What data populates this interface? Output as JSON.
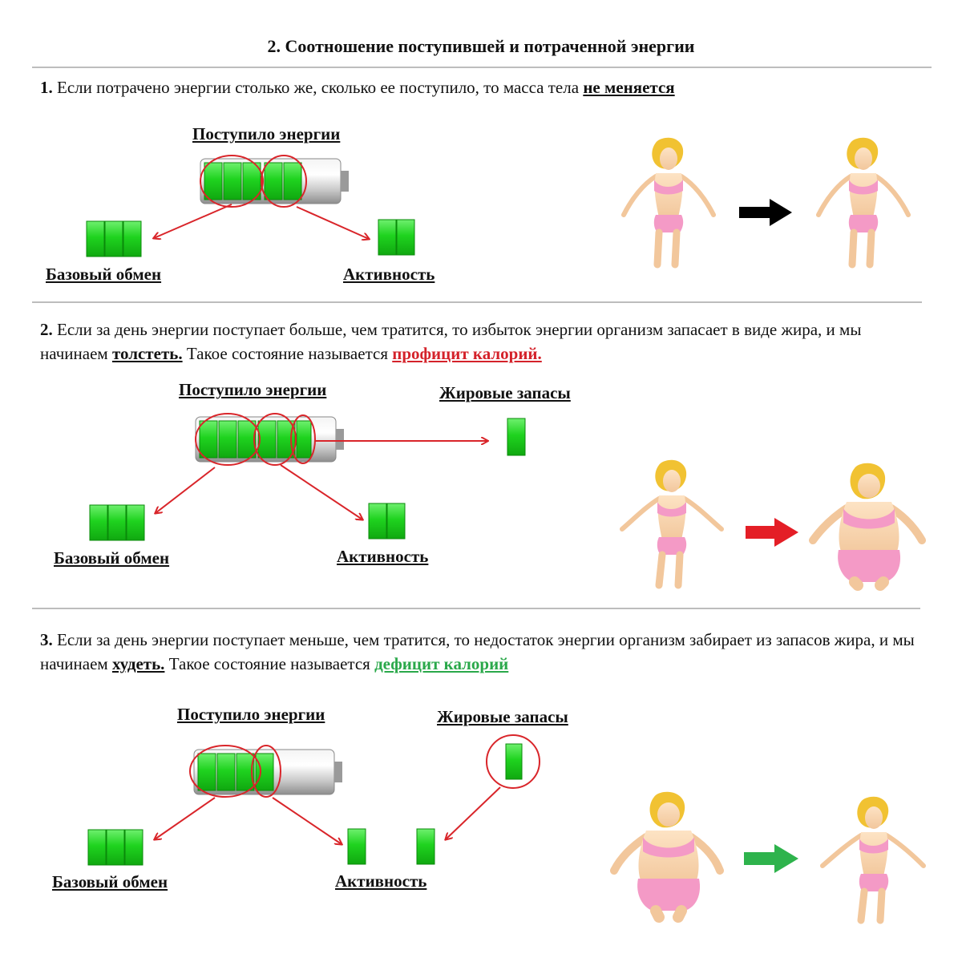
{
  "title": "2. Соотношение поступившей и потраченной энергии",
  "sections": [
    {
      "num": "1.",
      "text": "Если потрачено энергии столько же, сколько ее поступило, то масса тела",
      "highlight": "не меняется",
      "labels": {
        "intake": "Поступило энергии",
        "basal": "Базовый обмен",
        "activity": "Активность"
      },
      "arrow_color": "#000000"
    },
    {
      "num": "2.",
      "text_a": "Если за день энергии поступает больше, чем тратится, то избыток энергии организм запасает в виде жира, и мы начинаем",
      "keyword": "толстеть.",
      "text_b": "Такое состояние называется",
      "state": "профицит калорий.",
      "labels": {
        "intake": "Поступило энергии",
        "fat": "Жировые запасы",
        "basal": "Базовый обмен",
        "activity": "Активность"
      },
      "arrow_color": "#e41e26"
    },
    {
      "num": "3.",
      "text_a": "Если за день энергии поступает меньше, чем тратится, то недостаток энергии организм забирает из запасов жира, и мы начинаем",
      "keyword": "худеть.",
      "text_b": "Такое состояние называется",
      "state": "дефицит калорий",
      "labels": {
        "intake": "Поступило энергии",
        "fat": "Жировые запасы",
        "basal": "Базовый обмен",
        "activity": "Активность"
      },
      "arrow_color": "#2eb34c"
    }
  ],
  "colors": {
    "cell": "#1fcc1f",
    "circle": "#d9252a",
    "red_text": "#d4222a",
    "green_text": "#2aa84a"
  }
}
